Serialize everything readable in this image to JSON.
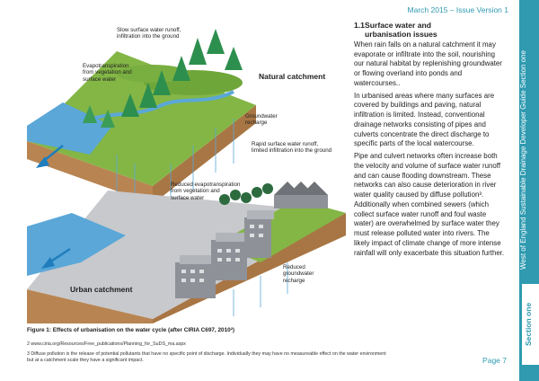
{
  "header": {
    "issue": "March 2015 – Issue Version 1"
  },
  "side": {
    "title": "West of England Sustainable Drainage Developer Guide Section one",
    "tab": "Section one"
  },
  "figure": {
    "labels": {
      "slow_runoff": "Slow surface water runoff,\ninfiltration into the ground",
      "evapo": "Evapotranspiration\nfrom vegetation and\nsurface water",
      "natural": "Natural catchment",
      "gw_recharge": "Groundwater\nrecharge",
      "rapid_runoff": "Rapid surface water runoff,\nlimited infiltration into the ground",
      "reduced_evapo": "Reduced evapotranspiration\nfrom vegetation and\nsurface water",
      "urban": "Urban catchment",
      "reduced_gw": "Reduced\ngroundwater\nrecharge"
    },
    "colors": {
      "water": "#5aa7d8",
      "grass": "#84b646",
      "soil": "#c99a66",
      "forest": "#2d8f4e",
      "building": "#9a9da3",
      "arrow": "#1f7dbd"
    }
  },
  "caption": "Figure 1: Effects of urbanisation on the water cycle (after CIRIA C697, 2010²)",
  "footnotes": [
    "2 www.ciria.org/Resources/Free_publications/Planning_for_SuDS_ma.aspx",
    "3 Diffuse pollution is the release of potential pollutants that have no specific point of discharge. Individually they may have no measureable effect on the water environment\n   but at a catchment scale they have a significant impact."
  ],
  "section": {
    "number": "1.1",
    "title": "Surface water and\nurbanisation issues",
    "paragraphs": [
      "When rain falls on a natural catchment it may evaporate or infiltrate into the soil, nourishing our natural habitat by replenishing groundwater or flowing overland into ponds and watercourses..",
      "In urbanised areas where many surfaces are covered by buildings and paving, natural infiltration is limited. Instead, conventional drainage networks consisting of pipes and culverts concentrate the direct discharge to specific parts of the local watercourse.",
      "Pipe and culvert networks often increase both the velocity and volume of surface water runoff and can cause flooding downstream. These networks can also cause deterioration in river water quality caused by diffuse pollution³. Additionally when combined sewers (which collect surface water runoff and foul waste water) are overwhelmed by surface water they must release polluted water into rivers. The likely impact of climate change of more intense rainfall will only exacerbate this situation further."
    ]
  },
  "page": {
    "number": "Page 7"
  }
}
